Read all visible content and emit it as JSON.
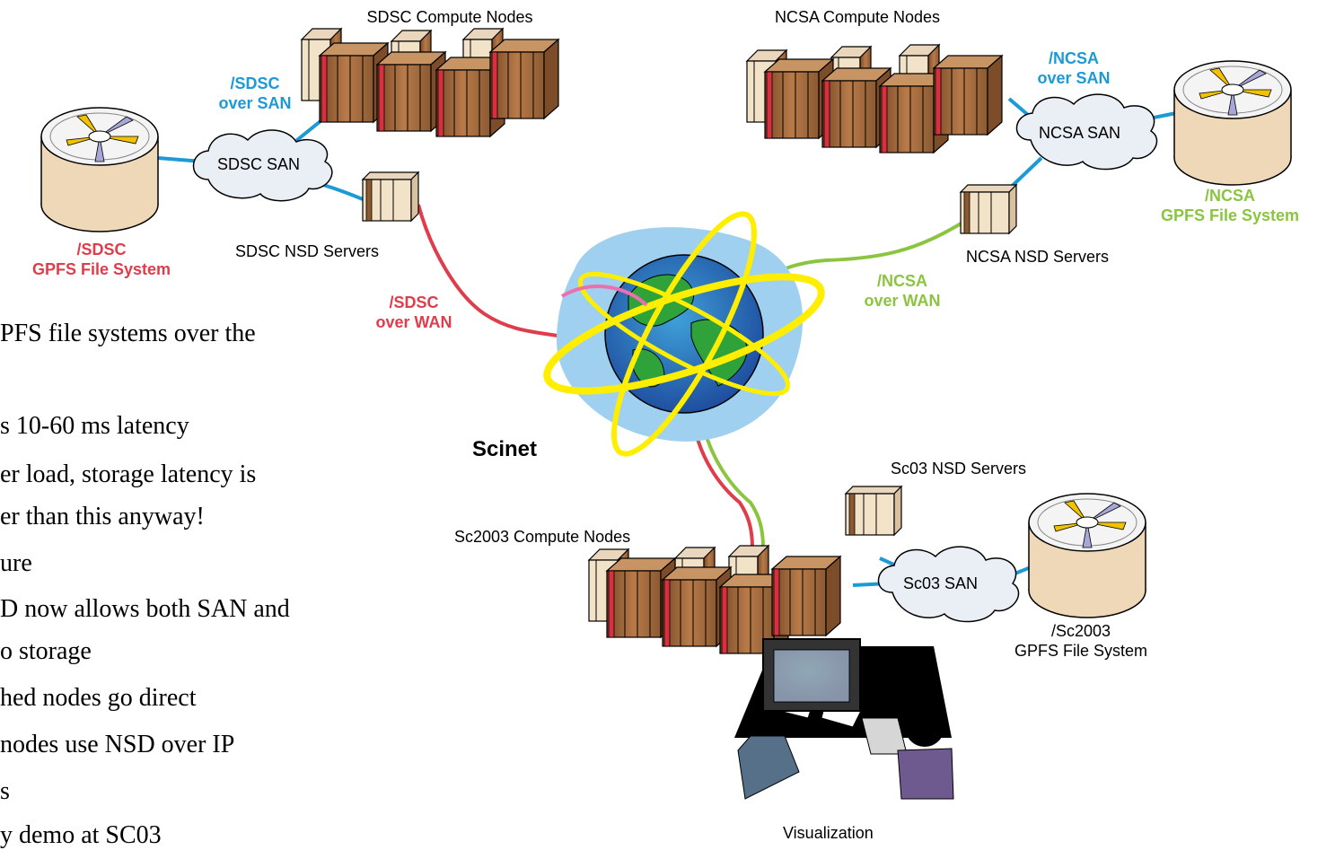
{
  "labels": {
    "sdsc_compute": "SDSC Compute Nodes",
    "ncsa_compute": "NCSA Compute Nodes",
    "sdsc_over_san": [
      "/SDSC",
      "over SAN"
    ],
    "ncsa_over_san": [
      "/NCSA",
      "over SAN"
    ],
    "sdsc_san": "SDSC SAN",
    "ncsa_san": "NCSA SAN",
    "sdsc_fs": [
      "/SDSC",
      "GPFS  File System"
    ],
    "ncsa_fs": [
      "/NCSA",
      "GPFS  File System"
    ],
    "sdsc_nsd": "SDSC NSD Servers",
    "ncsa_nsd": "NCSA NSD Servers",
    "sdsc_over_wan": [
      "/SDSC",
      "over WAN"
    ],
    "ncsa_over_wan": [
      "/NCSA",
      "over WAN"
    ],
    "scinet": "Scinet",
    "sc03_nsd": "Sc03 NSD Servers",
    "sc2003_compute": "Sc2003 Compute Nodes",
    "sc03_san": "Sc03 SAN",
    "sc2003_fs": [
      "/Sc2003",
      "GPFS File System"
    ],
    "visualization": "Visualization"
  },
  "bullets": [
    "PFS file systems over the",
    "s 10-60 ms latency",
    "er load, storage latency is",
    "er than this anyway!",
    "ure",
    "D now allows both SAN and",
    "o storage",
    "hed nodes go direct",
    "nodes use NSD over IP",
    "s",
    "y demo at SC03"
  ],
  "colors": {
    "san_link": "#1b9ad6",
    "sdsc_wan": "#e03c4b",
    "ncsa_wan": "#8bc53f",
    "globe_halo": "#9fd0f0",
    "orbit": "#ffee00",
    "node_brown": "#b5764a",
    "node_red": "#d93040"
  }
}
